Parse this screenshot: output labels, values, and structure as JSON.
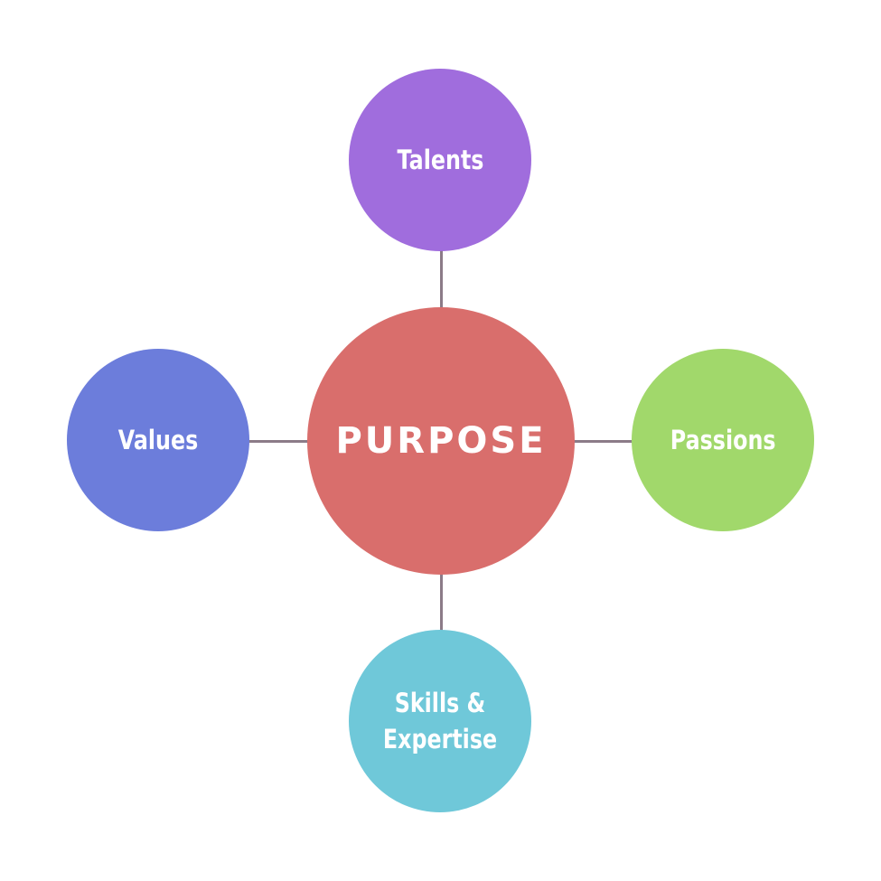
{
  "diagram": {
    "center": {
      "label": "PURPOSE",
      "color": "#d96e6c"
    },
    "nodes": {
      "top": {
        "label": "Talents",
        "color": "#a06ddd"
      },
      "left": {
        "label": "Values",
        "color": "#6c7ddb"
      },
      "right": {
        "label": "Passions",
        "color": "#a1d86b"
      },
      "bottom": {
        "label": "Skills &\nExpertise",
        "color": "#6fc8d9"
      }
    },
    "connector_color": "#8c7b88"
  }
}
